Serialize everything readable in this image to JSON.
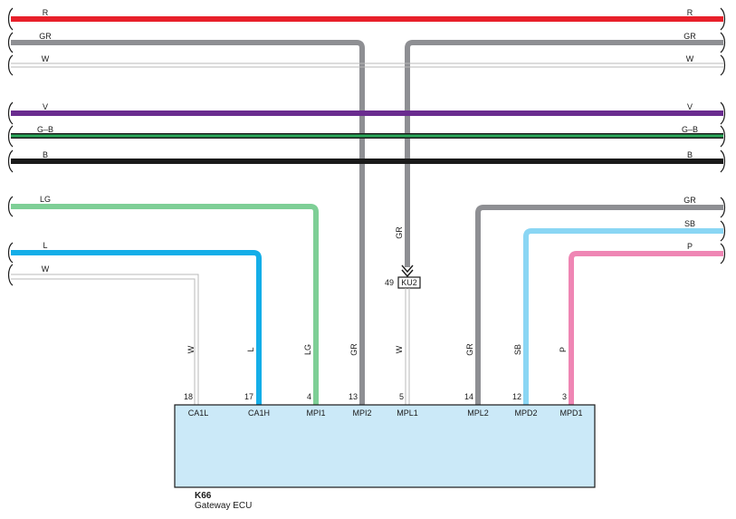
{
  "colors": {
    "red": "#e8202a",
    "gray": "#8e8f93",
    "white_wire": "#b9b9b9",
    "violet": "#6a2c8f",
    "green_band": "#2aa85a",
    "black": "#1a1a1a",
    "light_green": "#7ecf96",
    "blue": "#14aee8",
    "sky_blue": "#8ad6f4",
    "pink": "#ef86b4",
    "ecu_fill": "#cbe9f8"
  },
  "bus_lines": [
    {
      "left": "R",
      "right": "R"
    },
    {
      "left": "GR",
      "right": "GR"
    },
    {
      "left": "W",
      "right": "W"
    },
    {
      "left": "V",
      "right": "V"
    },
    {
      "left": "G–B",
      "right": "G–B"
    },
    {
      "left": "B",
      "right": "B"
    }
  ],
  "left_feeds": [
    {
      "label": "LG"
    },
    {
      "label": "L"
    },
    {
      "label": "W"
    }
  ],
  "right_feeds": [
    {
      "label": "GR"
    },
    {
      "label": "SB"
    },
    {
      "label": "P"
    }
  ],
  "connector": {
    "pin": "49",
    "name": "KU2",
    "wire_above": "GR"
  },
  "ecu_pins": [
    {
      "wire": "W",
      "pin": "18",
      "name": "CA1L"
    },
    {
      "wire": "L",
      "pin": "17",
      "name": "CA1H"
    },
    {
      "wire": "LG",
      "pin": "4",
      "name": "MPI1"
    },
    {
      "wire": "GR",
      "pin": "13",
      "name": "MPI2"
    },
    {
      "wire": "W",
      "pin": "5",
      "name": "MPL1"
    },
    {
      "wire": "GR",
      "pin": "14",
      "name": "MPL2"
    },
    {
      "wire": "SB",
      "pin": "12",
      "name": "MPD2"
    },
    {
      "wire": "P",
      "pin": "3",
      "name": "MPD1"
    }
  ],
  "ecu": {
    "code": "K66",
    "name": "Gateway ECU"
  }
}
